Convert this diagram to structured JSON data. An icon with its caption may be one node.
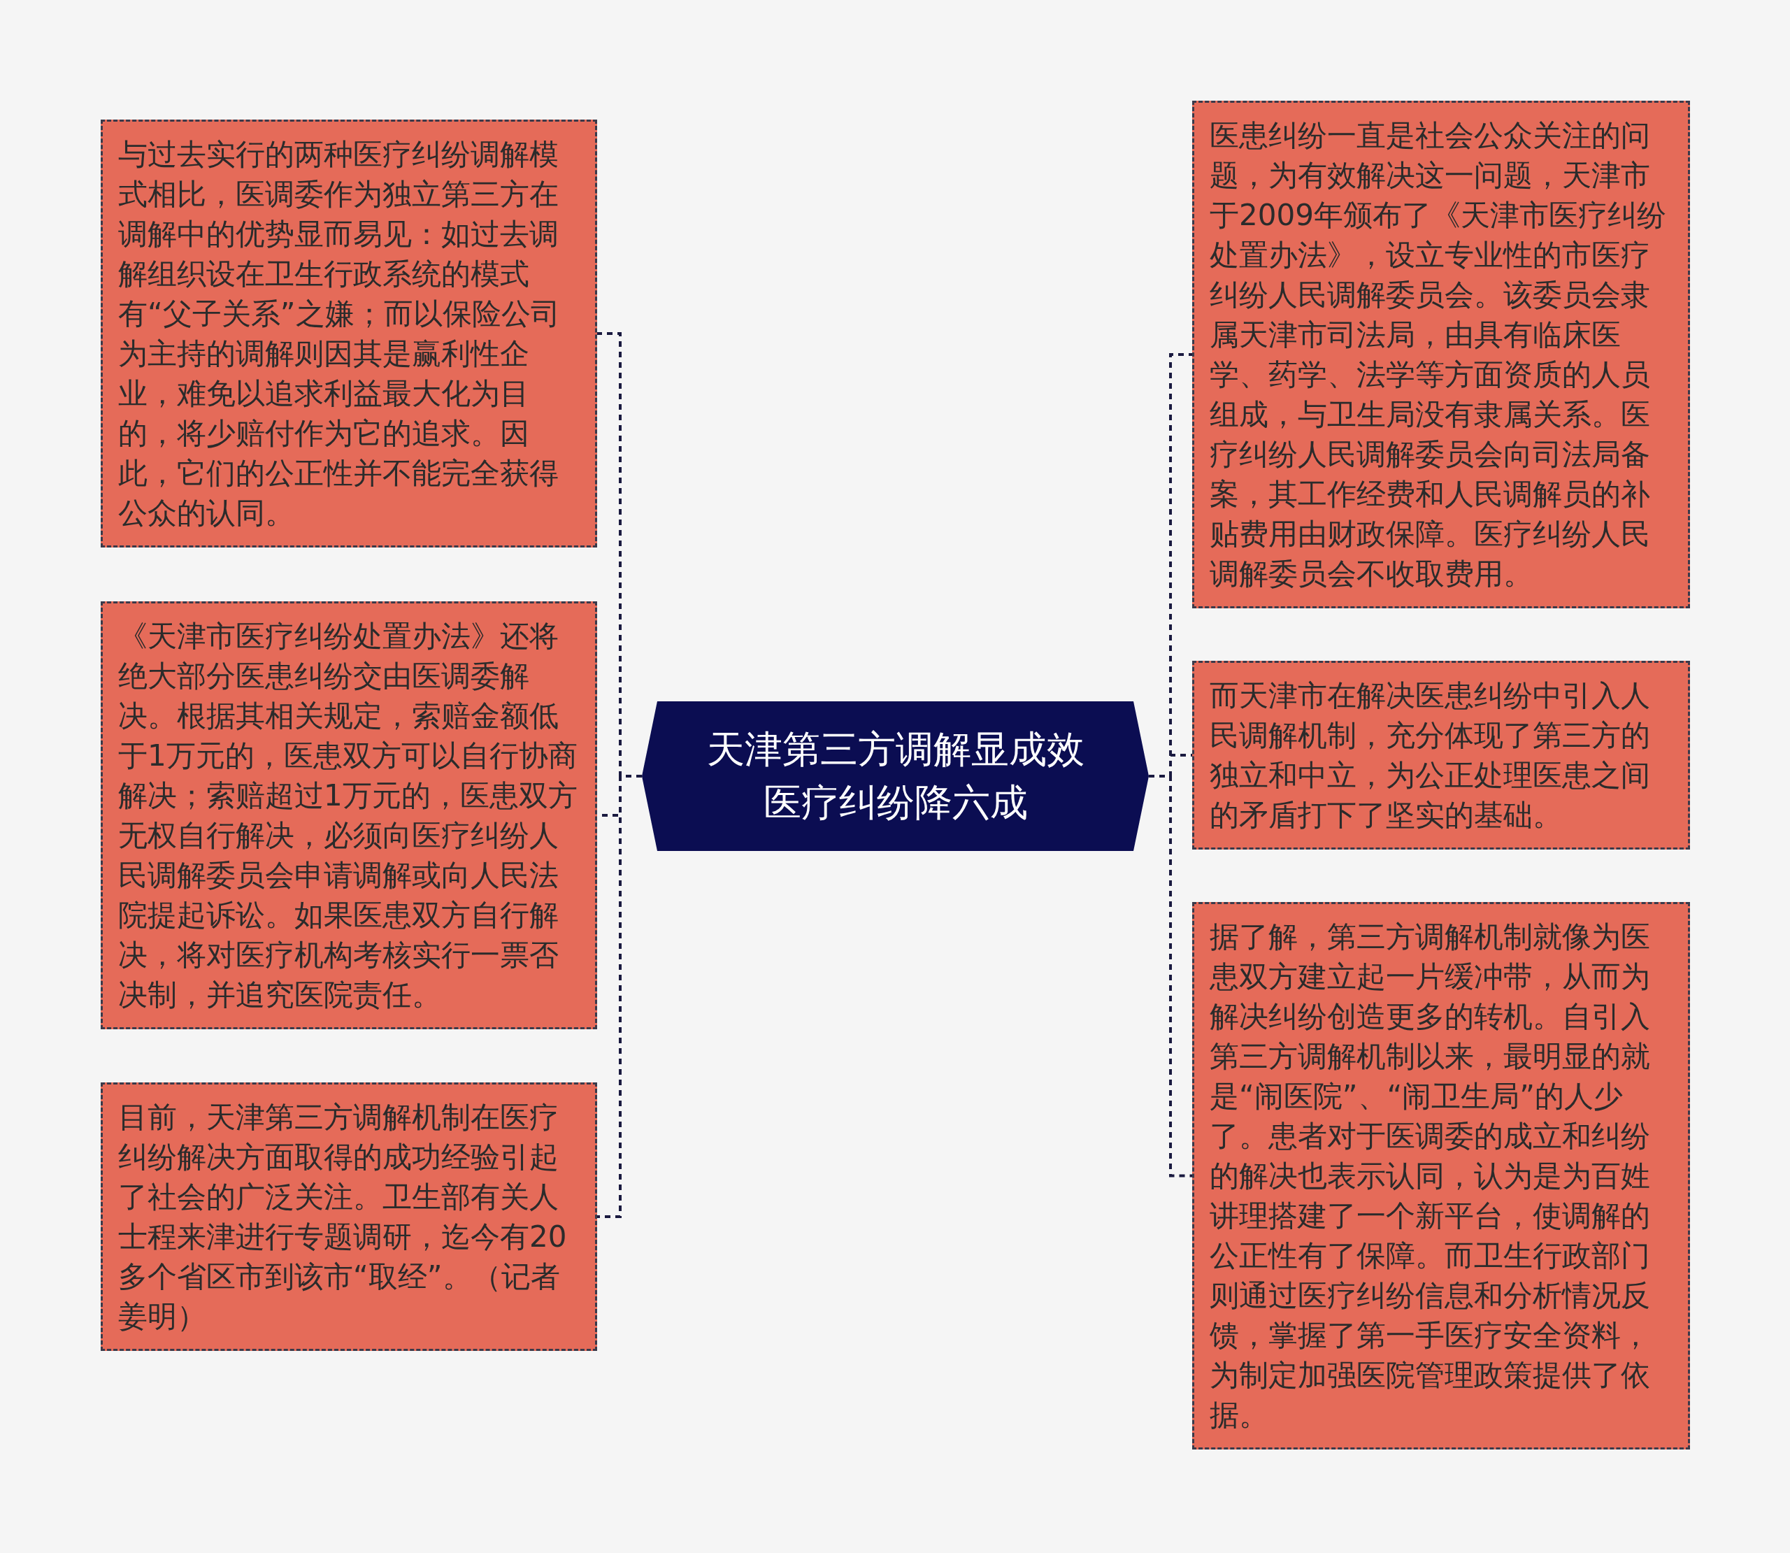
{
  "diagram": {
    "nodes": [
      {
        "text": [
          "天津第三方调解显成效医疗纠纷降六成"
        ]
      },
      {
        "text": [
          "与过去实行的两种医疗纠纷调解模式相比，医调委作为独立第三方在调解中的优势显而易见：如过去调解组织设在卫生行政系统的模式有“父子关系”之嫌；而以保险公司为主持的调解则因其是赢利性企业，难免以追求利益最大化为目的，将少赔付作为它的追求。因此，它们的公正性并不能完全获得公众的认同。"
        ]
      },
      {
        "text": [
          "《天津市医疗纠纷处置办法》还将绝大部分医患纠纷交由医调委解决。根据其相关规定，索赔金额低于1万元的，医患双方可以自行协商解决；索赔超过1万元的，医患双方无权自行解决，必须向医疗纠纷人民调解委员会申请调解或向人民法院提起诉讼。如果医患双方自行解决，将对医疗机构考核实行一票否决制，并追究医院责任。"
        ]
      },
      {
        "text": [
          "目前，天津第三方调解机制在医疗纠纷解决方面取得的成功经验引起了社会的广泛关注。卫生部有关人士程来津进行专题调研，迄今有20多个省区市到该市“取经”。（记者姜明）"
        ]
      },
      {
        "text": [
          "医患纠纷一直是社会公众关注的问题，为有效解决这一问题，天津市于2009年颁布了《天津市医疗纠纷处置办法》，设立专业性的市医疗纠纷人民调解委员会。该委员会隶属天津市司法局，由具有临床医学、药学、法学等方面资质的人员组成，与卫生局没有隶属关系。医疗纠纷人民调解委员会向司法局备案，其工作经费和人民调解员的补贴费用由财政保障。医疗纠纷人民调解委员会不收取费用。"
        ]
      },
      {
        "text": [
          "而天津市在解决医患纠纷中引入人民调解机制，充分体现了第三方的独立和中立，为公正处理医患之间的矛盾打下了坚实的基础。"
        ]
      },
      {
        "text": [
          "据了解，第三方调解机制就像为医患双方建立起一片缓冲带，从而为解决纠纷创造更多的转机。自引入第三方调解机制以来，最明显的就是“闹医院”、“闹卫生局”的人少了。患者对于医调委的成立和纠纷的解决也表示认同，认为是为百姓讲理搭建了一个新平台，使调解的公正性有了保障。而卫生行政部门则通过医疗纠纷信息和分析情况反馈，掌握了第一手医疗安全资料，为制定加强医院管理政策提供了依据。"
        ]
      }
    ],
    "edges": [
      {
        "from": 0,
        "to": 1,
        "arrow": "none",
        "style": "dashed"
      },
      {
        "from": 0,
        "to": 2,
        "arrow": "none",
        "style": "dashed"
      },
      {
        "from": 0,
        "to": 3,
        "arrow": "none",
        "style": "dashed"
      },
      {
        "from": 0,
        "to": 4,
        "arrow": "none",
        "style": "dashed"
      },
      {
        "from": 0,
        "to": 5,
        "arrow": "none",
        "style": "dashed"
      },
      {
        "from": 0,
        "to": 6,
        "arrow": "none",
        "style": "dashed"
      }
    ]
  }
}
